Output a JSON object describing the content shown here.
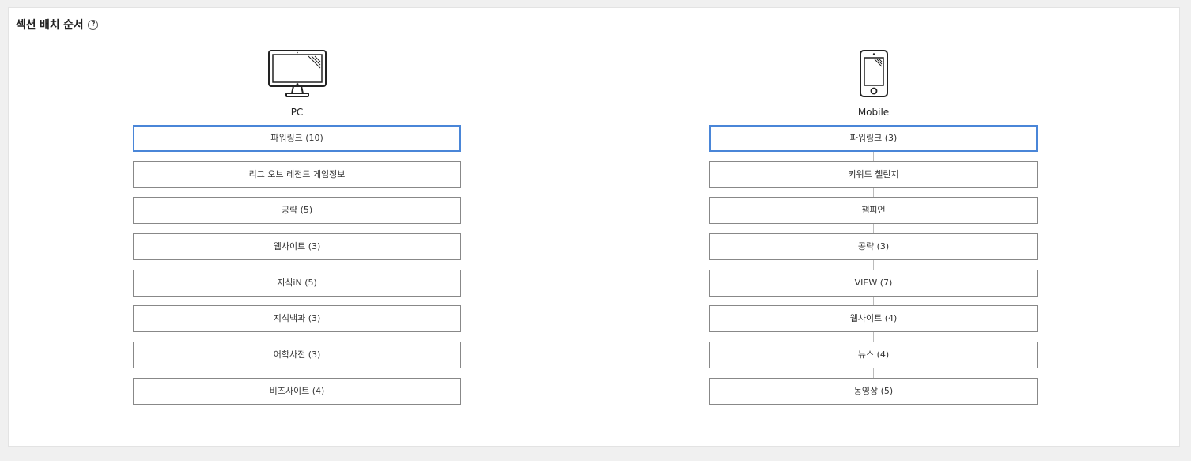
{
  "header": {
    "title": "섹션 배치 순서",
    "help_symbol": "?"
  },
  "pc": {
    "label": "PC",
    "icon": "desktop-monitor-icon",
    "selected_index": 0,
    "items": [
      {
        "label": "파워링크 (10)"
      },
      {
        "label": "리그 오브 레전드 게임정보"
      },
      {
        "label": "공략 (5)"
      },
      {
        "label": "웹사이트 (3)"
      },
      {
        "label": "지식iN (5)"
      },
      {
        "label": "지식백과 (3)"
      },
      {
        "label": "어학사전 (3)"
      },
      {
        "label": "비즈사이트 (4)"
      }
    ]
  },
  "mobile": {
    "label": "Mobile",
    "icon": "smartphone-icon",
    "selected_index": 0,
    "items": [
      {
        "label": "파워링크 (3)"
      },
      {
        "label": "키워드 챌린지"
      },
      {
        "label": "챔피언"
      },
      {
        "label": "공략 (3)"
      },
      {
        "label": "VIEW (7)"
      },
      {
        "label": "웹사이트 (4)"
      },
      {
        "label": "뉴스 (4)"
      },
      {
        "label": "동영상 (5)"
      }
    ]
  },
  "colors": {
    "selected_border": "#4a86d8",
    "item_border": "#888888",
    "connector": "#bbbbbb"
  }
}
